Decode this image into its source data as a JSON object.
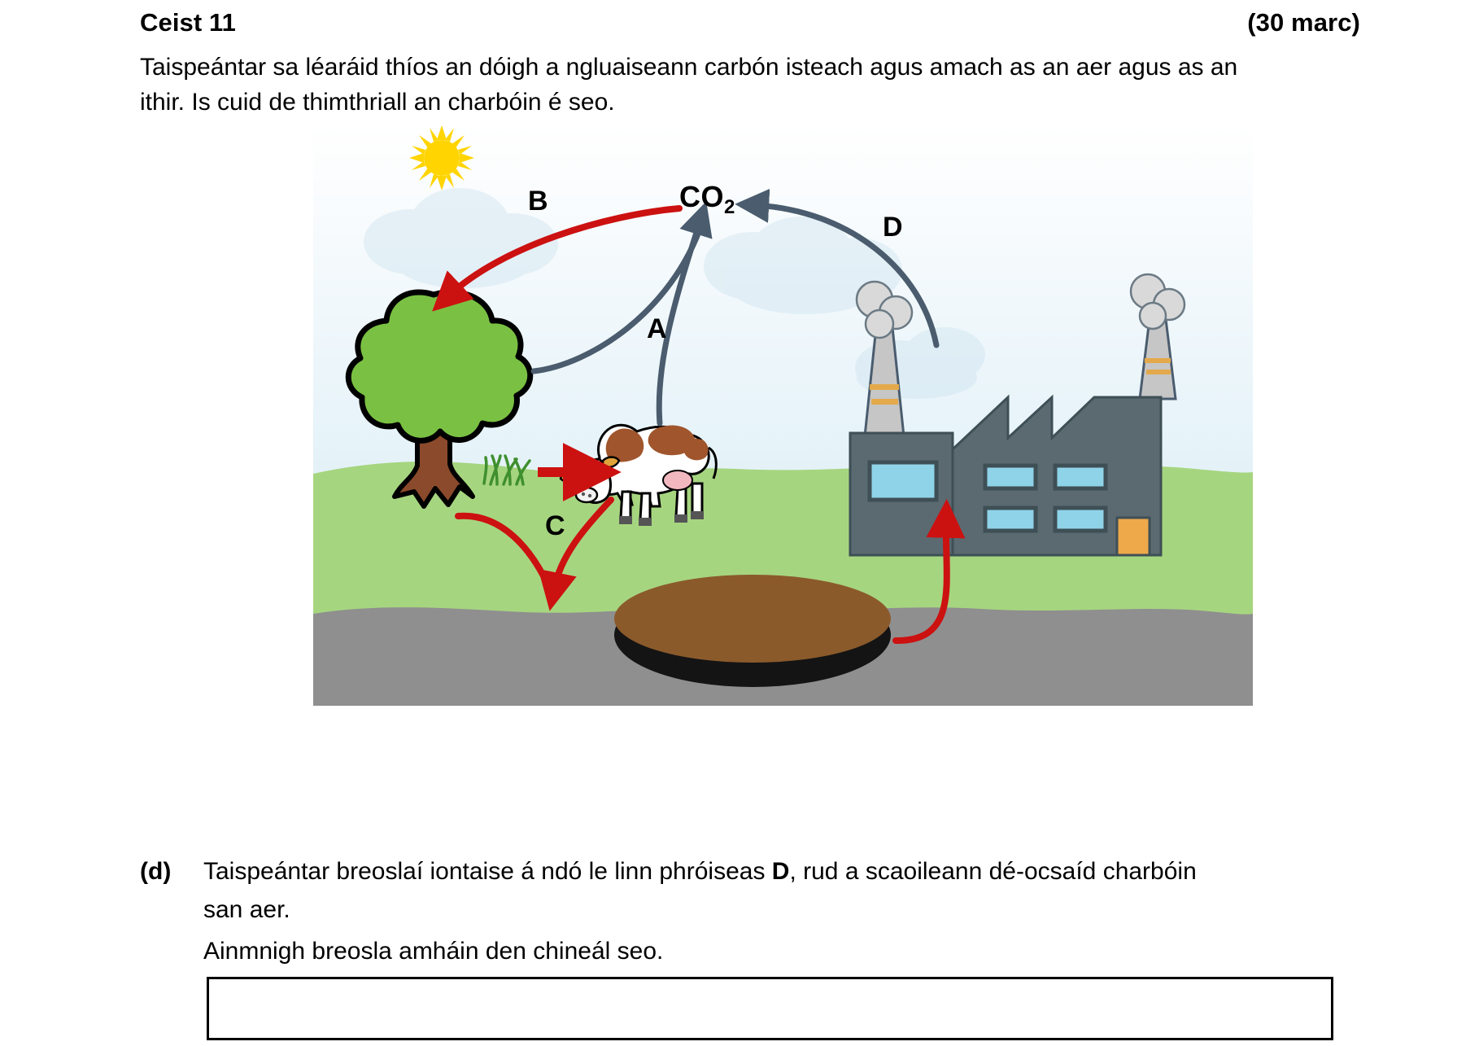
{
  "header": {
    "question_number": "Ceist 11",
    "marks": "(30 marc)"
  },
  "intro": {
    "line1": "Taispeántar sa léaráid thíos an dóigh a ngluaiseann carbón isteach agus amach as an aer agus as an",
    "line2": "ithir.  Is cuid de thimthriall an charbóin é seo."
  },
  "diagram": {
    "name": "carbon-cycle-diagram",
    "co2_label": "CO",
    "co2_subscript": "2",
    "process_labels": {
      "A": "A",
      "B": "B",
      "C": "C",
      "D": "D"
    },
    "elements": {
      "sun": "sun",
      "clouds": "clouds",
      "tree": "tree",
      "grass": "grass-tuft",
      "cow": "cow",
      "factory": "factory",
      "deposit": "fossil-fuel-deposit",
      "sky": "sky",
      "grassland": "grassland",
      "subsoil": "subsoil"
    },
    "colors": {
      "arrow_red": "#cc1111",
      "arrow_slate": "#4a5c6e",
      "grass_green": "#a6d57f",
      "sky_blue": "#dceef5",
      "soil_brown": "#8b5a2b",
      "coal_black": "#141414",
      "subsoil_grey": "#8f8f8f",
      "factory_grey": "#5a6a70",
      "window_blue": "#8fd3e8",
      "door_orange": "#eda94a",
      "tree_leaf": "#7ac143",
      "tree_trunk": "#8b4a2b",
      "sun_yellow": "#ffd400"
    }
  },
  "question_d": {
    "marker": "(d)",
    "line1_a": "Taispeántar breoslaí iontaise á ndó le linn phróiseas ",
    "line1_b": "D",
    "line1_c": ", rud a scaoileann dé-ocsaíd charbóin",
    "line2": "san aer.",
    "line3": "Ainmnigh breosla amháin den chineál seo.",
    "answer_value": ""
  }
}
